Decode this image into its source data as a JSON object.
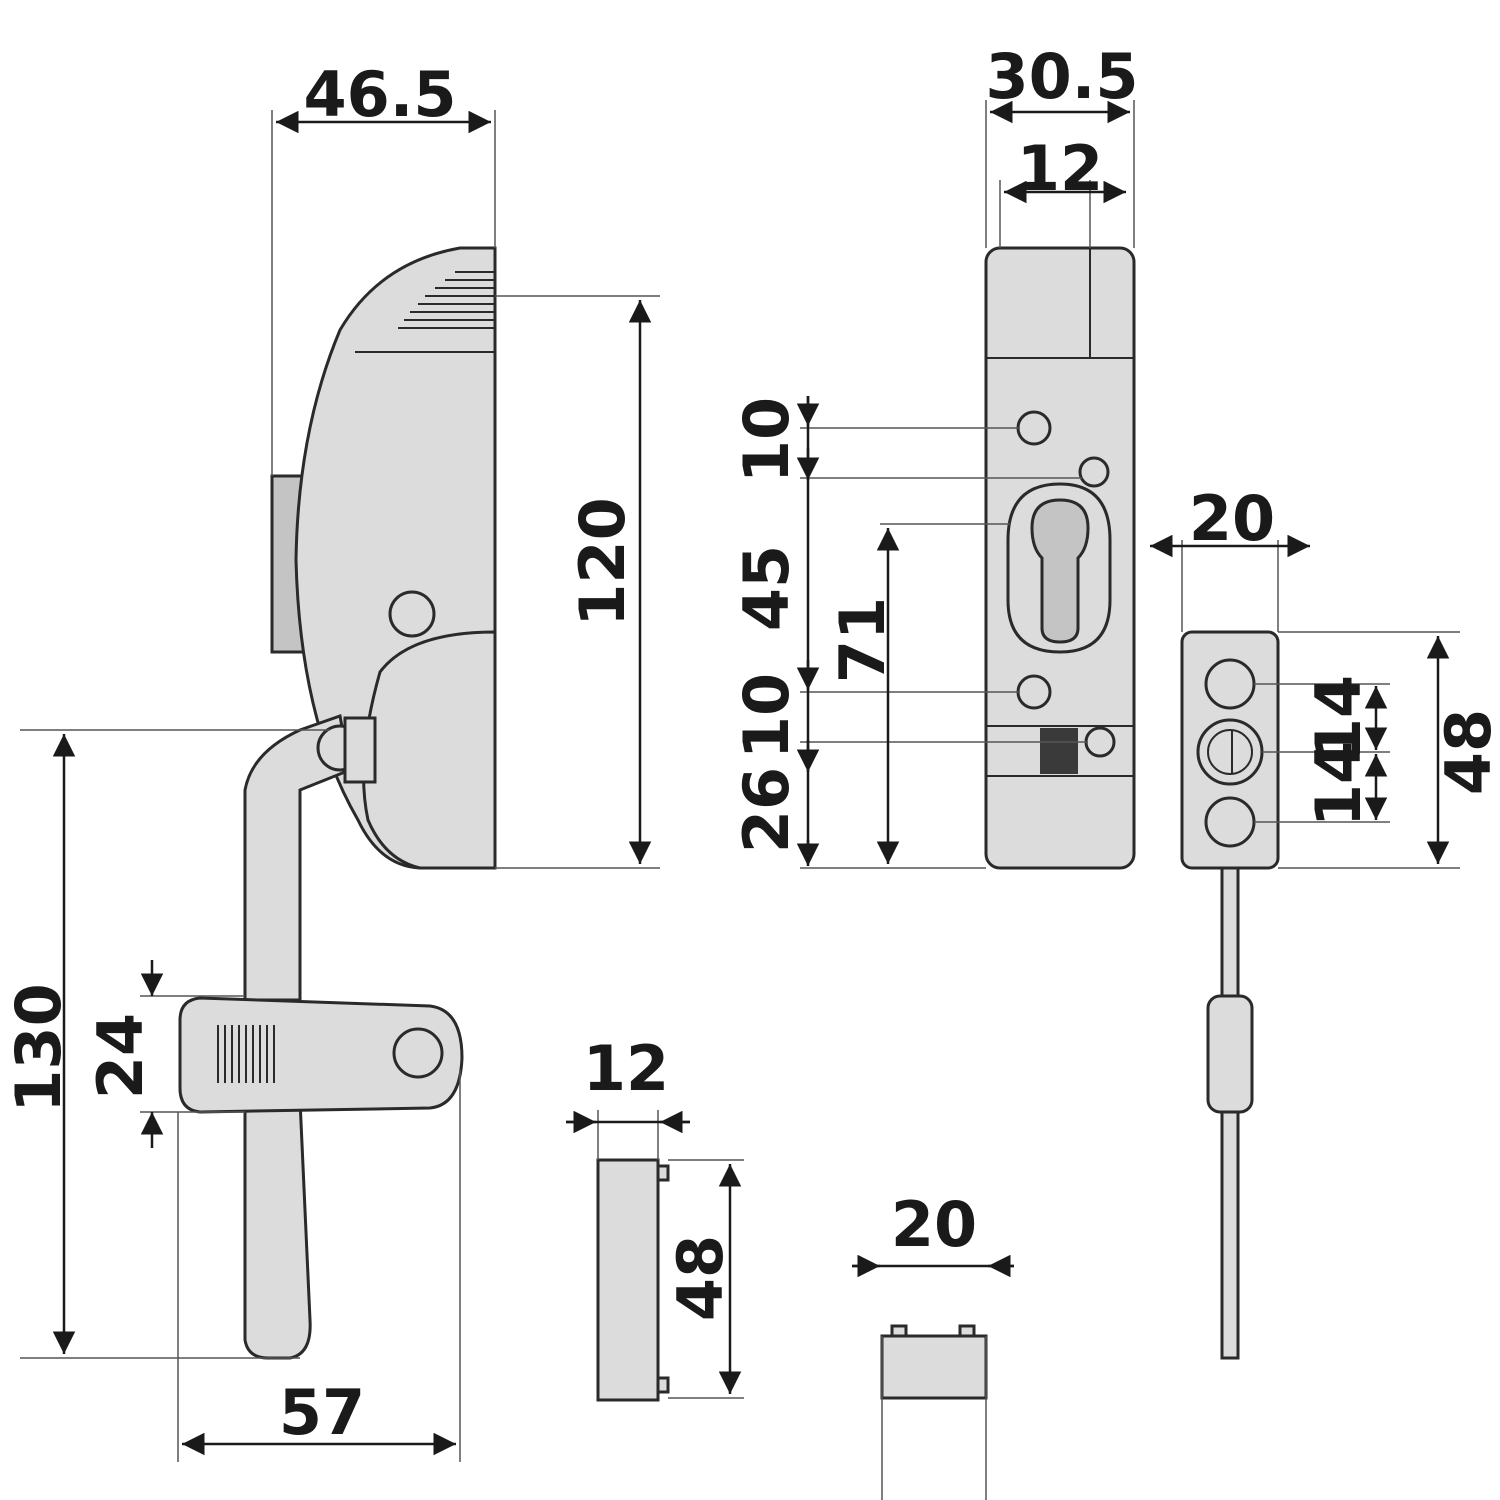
{
  "diagram": {
    "colors": {
      "part_fill": "#dcdcdc",
      "part_shadow": "#c4c4c4",
      "line": "#1a1a1a",
      "background": "#ffffff"
    },
    "dimensions": {
      "lock_body_width": "46.5",
      "lock_body_height": "120",
      "handle_height": "130",
      "handle_grip_height": "24",
      "handle_width": "57",
      "front_width": "30.5",
      "front_inner_width": "12",
      "front_top_gap": "10",
      "front_cylinder_height": "45",
      "front_cylinder_to_bottom": "71",
      "front_lower_gap": "10",
      "front_bottom": "26",
      "keeper_width": "20",
      "keeper_height": "48",
      "keeper_spacing_1": "14",
      "keeper_spacing_2": "14",
      "strike_width": "12",
      "strike_height": "48",
      "cap_width": "20"
    }
  }
}
